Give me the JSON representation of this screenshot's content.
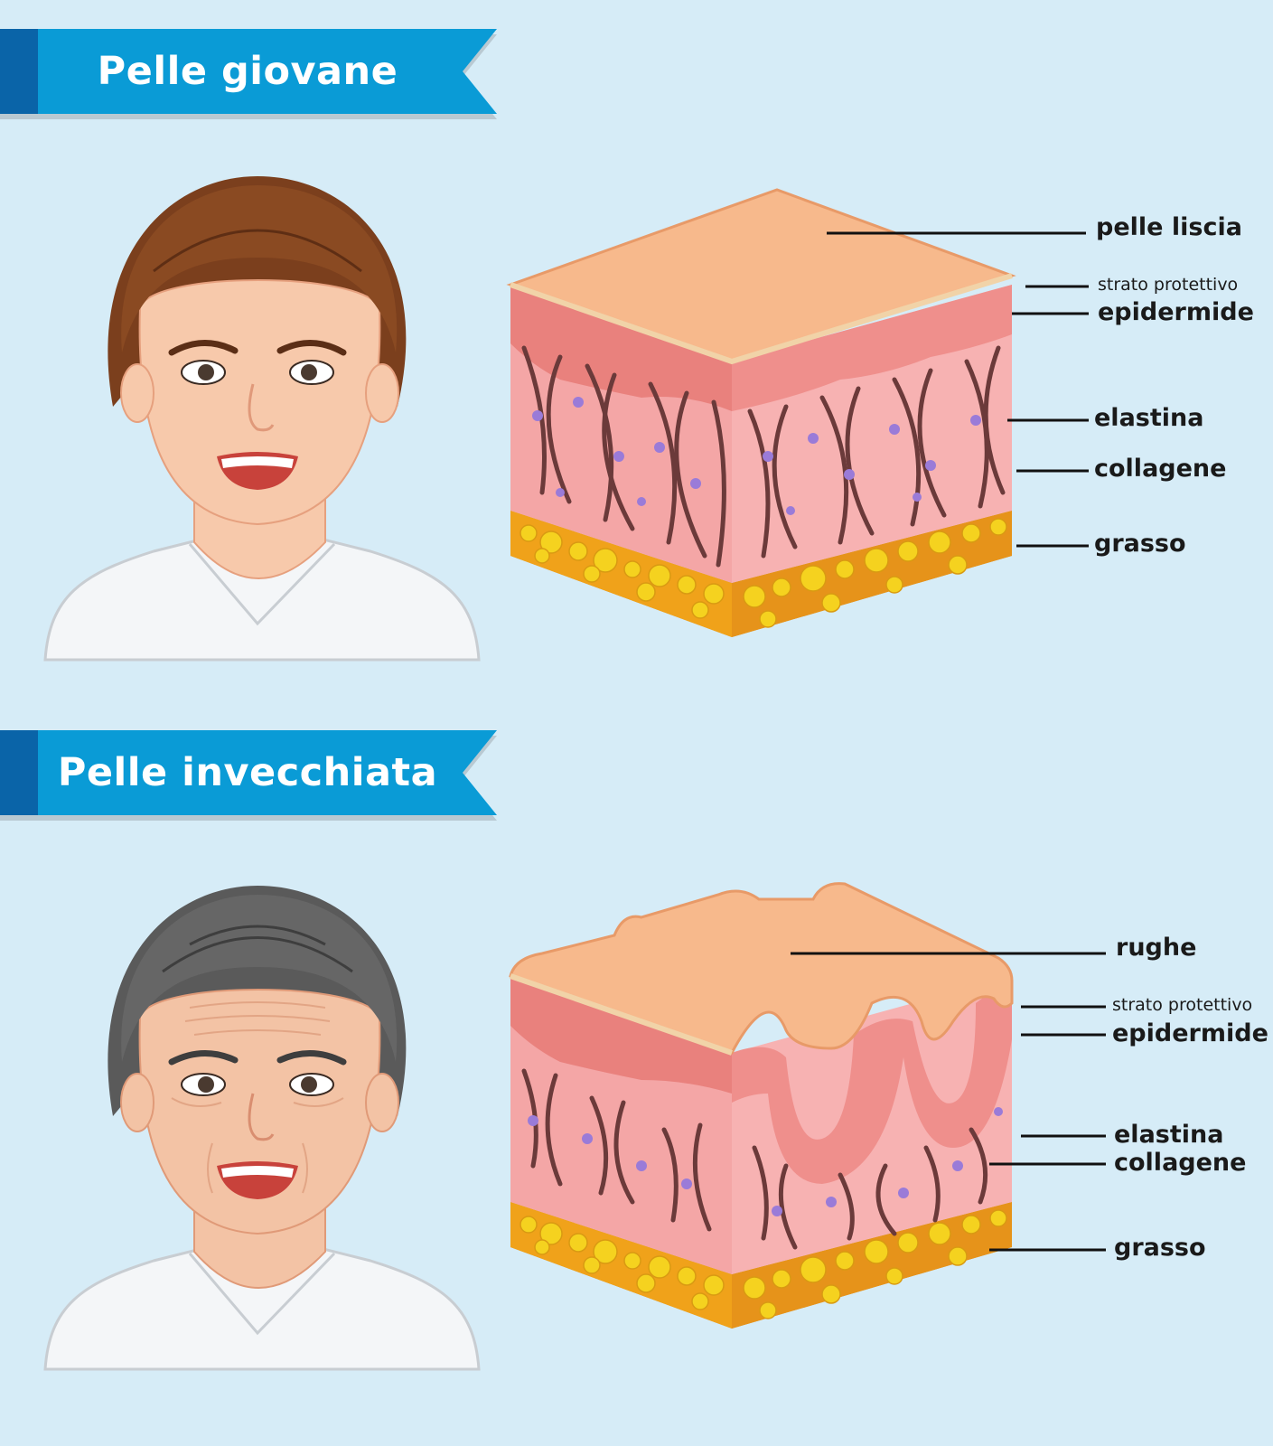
{
  "sections": {
    "young": {
      "title": "Pelle giovane",
      "labels": {
        "smooth": "pelle liscia",
        "protective": "strato protettivo",
        "epidermis": "epidermide",
        "elastin": "elastina",
        "collagen": "collagene",
        "fat": "grasso"
      }
    },
    "aged": {
      "title": "Pelle invecchiata",
      "labels": {
        "wrinkles": "rughe",
        "protective": "strato protettivo",
        "epidermis": "epidermide",
        "elastin": "elastina",
        "collagen": "collagene",
        "fat": "grasso"
      }
    }
  },
  "colors": {
    "background": "#d6ecf7",
    "banner": "#0a9bd6",
    "banner_dark": "#0a64a8",
    "skin_surface": "#f7b98c",
    "dermis": "#f4a6a6",
    "fat_layer": "#f0a21a",
    "fat_globule": "#f5d21f",
    "fiber": "#6b3a3a",
    "elastin_dot": "#9a7bd8",
    "hair_young": "#7b3f1d",
    "hair_old": "#5a5a5a"
  }
}
